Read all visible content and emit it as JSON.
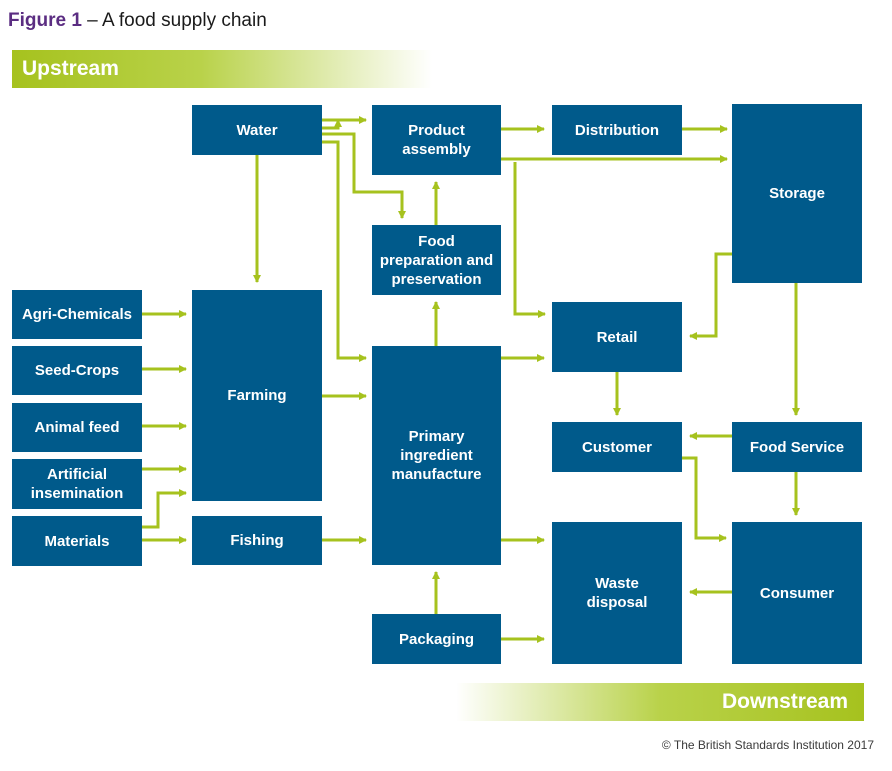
{
  "figure": {
    "label": "Figure 1",
    "separator": " – ",
    "caption": "A food supply chain"
  },
  "bands": {
    "upstream": "Upstream",
    "downstream": "Downstream"
  },
  "nodes": {
    "water": "Water",
    "product_assembly": "Product\nassembly",
    "distribution": "Distribution",
    "storage": "Storage",
    "food_preparation": "Food\npreparation and\npreservation",
    "agri_chemicals": "Agri-Chemicals",
    "seed_crops": "Seed-Crops",
    "animal_feed": "Animal feed",
    "artificial_insemination": "Artificial\ninsemination",
    "materials": "Materials",
    "farming": "Farming",
    "fishing": "Fishing",
    "primary_ingredient": "Primary\ningredient\nmanufacture",
    "retail": "Retail",
    "customer": "Customer",
    "food_service": "Food Service",
    "waste_disposal": "Waste\ndisposal",
    "consumer": "Consumer",
    "packaging": "Packaging"
  },
  "colors": {
    "box": "#005a8b",
    "arrow": "#a6c21e",
    "figure_label": "#5b2d82"
  },
  "copyright": "© The British Standards Institution 2017"
}
